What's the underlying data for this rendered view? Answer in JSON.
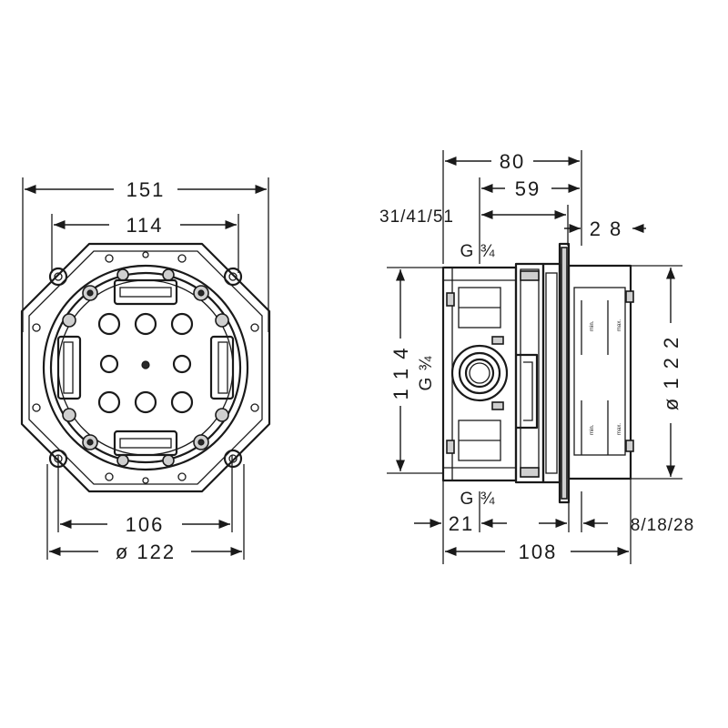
{
  "front_view": {
    "dim_overall_width": "151",
    "dim_top_width": "114",
    "dim_bottom_width": "106",
    "dim_bottom_diameter": "ø 122"
  },
  "side_view": {
    "dim_80": "80",
    "dim_59": "59",
    "dim_depth_options": "31/41/51",
    "dim_28": "2 8",
    "dim_height_114": "1 1 4",
    "dim_diameter_122": "ø  1 2 2",
    "dim_21": "21",
    "dim_plate_options": "8/18/28",
    "dim_108": "108",
    "thread_top": "G ¾",
    "thread_center": "G ¾",
    "thread_bottom": "G ¾",
    "scale_min_label": "min.",
    "scale_max_label": "max."
  }
}
